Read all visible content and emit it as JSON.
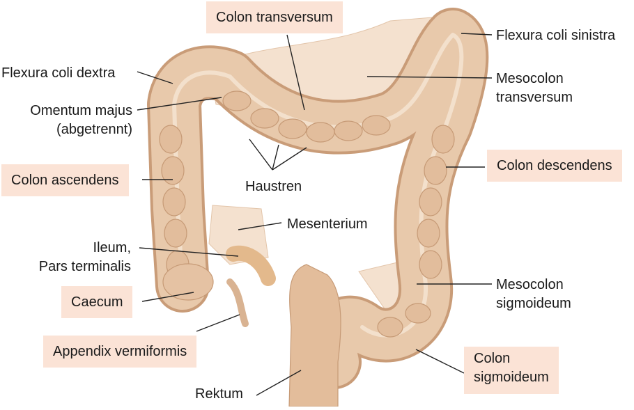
{
  "labels": {
    "colon_transversum": "Colon transversum",
    "flexura_coli_sinistra": "Flexura coli sinistra",
    "flexura_coli_dextra": "Flexura coli dextra",
    "mesocolon_transversum_1": "Mesocolon",
    "mesocolon_transversum_2": "transversum",
    "omentum_majus_1": "Omentum majus",
    "omentum_majus_2": "(abgetrennt)",
    "colon_descendens": "Colon descendens",
    "colon_ascendens": "Colon ascendens",
    "haustren": "Haustren",
    "mesenterium": "Mesenterium",
    "ileum_1": "Ileum,",
    "ileum_2": "Pars terminalis",
    "mesocolon_sigmoideum_1": "Mesocolon",
    "mesocolon_sigmoideum_2": "sigmoideum",
    "caecum": "Caecum",
    "appendix_vermiformis": "Appendix vermiformis",
    "colon_sigmoideum_1": "Colon",
    "colon_sigmoideum_2": "sigmoideum",
    "rektum": "Rektum"
  },
  "colors": {
    "highlight_box": "#fbe3d6",
    "colon_fill": "#e7c6a8",
    "colon_shadow": "#d2a884",
    "mesentery": "#f2ddc8",
    "leader_line": "#222222"
  }
}
